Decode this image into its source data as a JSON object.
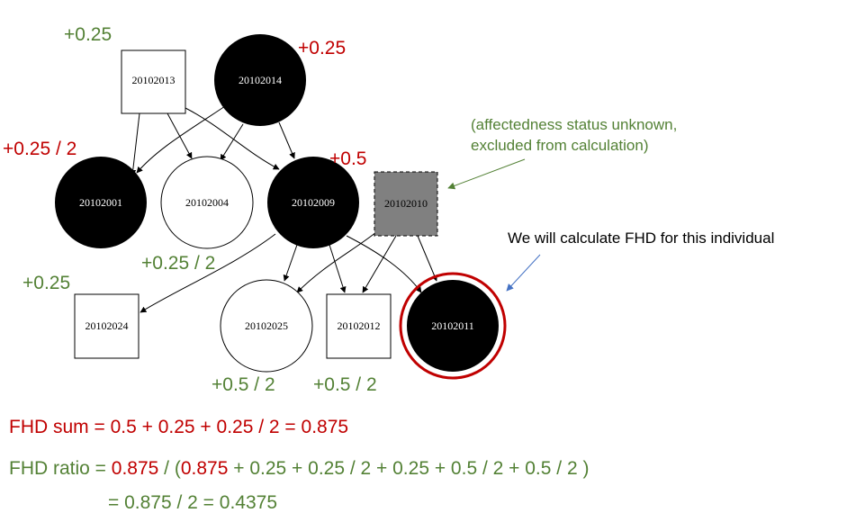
{
  "colors": {
    "red": "#c00000",
    "green": "#538135",
    "arrow_blue": "#4472c4",
    "unknown_fill": "#808080"
  },
  "nodes": [
    {
      "id": "20102013",
      "shape": "square",
      "status": "unaffected"
    },
    {
      "id": "20102014",
      "shape": "circle",
      "status": "affected",
      "score": "+0.25",
      "score_color": "red"
    },
    {
      "id": "20102001",
      "shape": "circle",
      "status": "affected",
      "score": "+0.25 / 2",
      "score_color": "red"
    },
    {
      "id": "20102004",
      "shape": "circle",
      "status": "unaffected"
    },
    {
      "id": "20102009",
      "shape": "circle",
      "status": "affected",
      "score": "+0.5",
      "score_color": "red"
    },
    {
      "id": "20102010",
      "shape": "square",
      "status": "unknown"
    },
    {
      "id": "20102024",
      "shape": "square",
      "status": "unaffected"
    },
    {
      "id": "20102025",
      "shape": "circle",
      "status": "unaffected"
    },
    {
      "id": "20102012",
      "shape": "square",
      "status": "unaffected"
    },
    {
      "id": "20102011",
      "shape": "circle",
      "status": "affected",
      "proband": true
    }
  ],
  "green_scores": {
    "n20102013": "+0.25",
    "n20102004": "+0.25 / 2",
    "n20102024": "+0.25",
    "n20102025": "+0.5 / 2",
    "n20102012": "+0.5 / 2"
  },
  "edges": [
    {
      "from": "20102013",
      "to": "20102001"
    },
    {
      "from": "20102013",
      "to": "20102004"
    },
    {
      "from": "20102013",
      "to": "20102009"
    },
    {
      "from": "20102014",
      "to": "20102001"
    },
    {
      "from": "20102014",
      "to": "20102004"
    },
    {
      "from": "20102014",
      "to": "20102009"
    },
    {
      "from": "20102009",
      "to": "20102024"
    },
    {
      "from": "20102009",
      "to": "20102025"
    },
    {
      "from": "20102009",
      "to": "20102012"
    },
    {
      "from": "20102009",
      "to": "20102011"
    },
    {
      "from": "20102010",
      "to": "20102025"
    },
    {
      "from": "20102010",
      "to": "20102012"
    },
    {
      "from": "20102010",
      "to": "20102011"
    }
  ],
  "annotations": {
    "unknown_note_line1": "(affectedness status unknown,",
    "unknown_note_line2": "excluded from calculation)",
    "proband_note": "We will calculate FHD for this individual"
  },
  "formulas": {
    "sum_label": "FHD sum = 0.5 + 0.25 + 0.25 / 2 = 0.875",
    "ratio_prefix": "FHD ratio = ",
    "ratio_numerator": "0.875",
    "ratio_mid": " / (",
    "ratio_red_part": "0.875",
    "ratio_green_part": " + 0.25 + 0.25 / 2 + 0.25 + 0.5 / 2 + 0.5 / 2 )",
    "ratio_result": "= 0.875 / 2 = 0.4375"
  }
}
